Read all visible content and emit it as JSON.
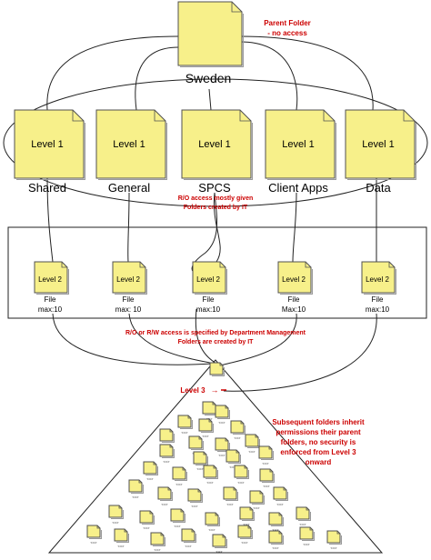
{
  "colors": {
    "folder_fill": "#f7f08a",
    "folder_stroke": "#505050",
    "line": "#222222",
    "note": "#cc0000",
    "level3_arrow": "#cc0000"
  },
  "parent": {
    "name": "Sweden",
    "note_lines": [
      "Parent Folder",
      "- no access"
    ]
  },
  "level1": {
    "tag": "Level 1",
    "folders": [
      "Shared",
      "General",
      "SPCS",
      "Client Apps",
      "Data"
    ],
    "note_lines": [
      "R/O access mostly given",
      "Folders created by IT"
    ]
  },
  "level2": {
    "tag": "Level 2",
    "folders": [
      {
        "line1": "File",
        "line2": "max:10"
      },
      {
        "line1": "File",
        "line2": "max: 10"
      },
      {
        "line1": "File",
        "line2": "max:10"
      },
      {
        "line1": "File",
        "line2": "Max:10"
      },
      {
        "line1": "File",
        "line2": "max:10"
      }
    ],
    "note_lines": [
      "R/O or R/W access is specified by Department Management",
      "Folders are created by IT"
    ]
  },
  "level3": {
    "tag": "Level 3",
    "arrow": "→",
    "folder_caption": "<=>",
    "note_lines": [
      "Subsequent folders inherit",
      "permissions their parent",
      "folders, no security is",
      "enforced from Level 3",
      "onward"
    ]
  }
}
